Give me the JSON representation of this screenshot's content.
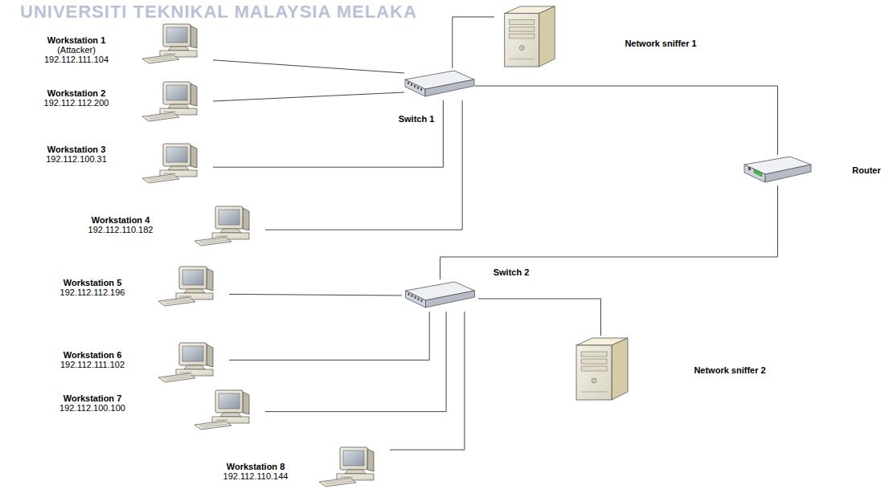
{
  "diagram": {
    "nodes": [
      {
        "text": [
          "Workstation 1",
          "(Attacker)",
          "192.112.111.104"
        ]
      },
      {
        "text": [
          "Workstation 2",
          "192.112.112.200"
        ]
      },
      {
        "text": [
          "Workstation 3",
          "192.112.100.31"
        ]
      },
      {
        "text": [
          "Workstation 4",
          "192.112.110.182"
        ]
      },
      {
        "text": [
          "Network sniffer 1"
        ]
      },
      {
        "text": [
          "Switch 1"
        ]
      },
      {
        "text": [
          "Router"
        ]
      },
      {
        "text": [
          "Switch 2"
        ]
      },
      {
        "text": [
          "Workstation 5",
          "192.112.112.196"
        ]
      },
      {
        "text": [
          "Workstation 6",
          "192.112.111.102"
        ]
      },
      {
        "text": [
          "Workstation 7",
          "192.112.100.100"
        ]
      },
      {
        "text": [
          "Workstation 8",
          "192.112.110.144"
        ]
      },
      {
        "text": [
          "Network sniffer 2"
        ]
      }
    ],
    "edges": [
      {
        "from": 0,
        "to": 5,
        "arrow": "none"
      },
      {
        "from": 1,
        "to": 5,
        "arrow": "none"
      },
      {
        "from": 2,
        "to": 5,
        "arrow": "none"
      },
      {
        "from": 3,
        "to": 5,
        "arrow": "none"
      },
      {
        "from": 4,
        "to": 5,
        "arrow": "none"
      },
      {
        "from": 5,
        "to": 6,
        "arrow": "none"
      },
      {
        "from": 6,
        "to": 7,
        "arrow": "none"
      },
      {
        "from": 8,
        "to": 7,
        "arrow": "none"
      },
      {
        "from": 9,
        "to": 7,
        "arrow": "none"
      },
      {
        "from": 10,
        "to": 7,
        "arrow": "none"
      },
      {
        "from": 11,
        "to": 7,
        "arrow": "none"
      },
      {
        "from": 7,
        "to": 12,
        "arrow": "none"
      }
    ],
    "labels": [
      "UNIVERSITI TEKNIKAL MALAYSIA MELAKA"
    ]
  }
}
